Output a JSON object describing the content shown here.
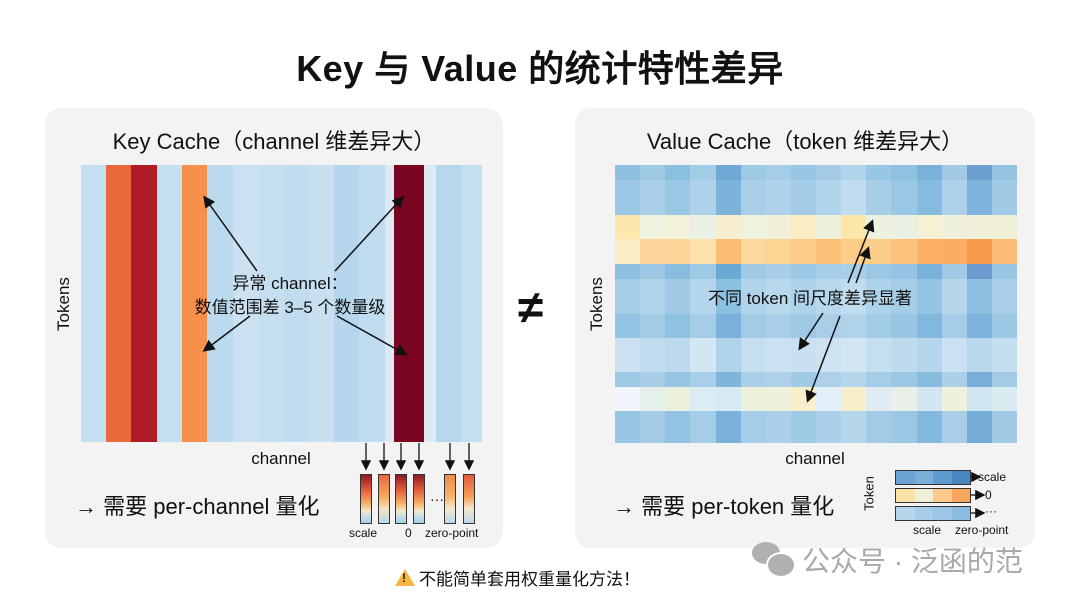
{
  "title": "Key 与 Value 的统计特性差异",
  "colors": {
    "panel_bg": "#f3f3f3",
    "outlier_orange": "#e8693a",
    "outlier_red": "#b01c26",
    "outlier_light_orange": "#f7904a",
    "outlier_dark": "#7a0520",
    "blue_light": "#c5def0",
    "blue_mid": "#8fc0e0",
    "warning_yellow": "#f4b63f"
  },
  "key_panel": {
    "title": "Key Cache（channel 维差异大）",
    "y_label": "Tokens",
    "x_label": "channel",
    "annotation_line1": "异常 channel：",
    "annotation_line2": "数值范围差 3–5 个数量级",
    "need_label": "→ 需要 per-channel 量化",
    "quant_labels": {
      "scale": "scale",
      "zero": "0",
      "zero_point": "zero-point",
      "ellipsis": "···"
    },
    "columns": [
      {
        "width": 25,
        "color": "#c4dff0"
      },
      {
        "width": 25,
        "color": "#e8693a"
      },
      {
        "width": 26,
        "color": "#b01c26"
      },
      {
        "width": 25,
        "color": "#c4dff0"
      },
      {
        "width": 25,
        "color": "#f7904a"
      },
      {
        "width": 26,
        "color": "#bcdaee"
      },
      {
        "width": 25,
        "color": "#cbe1f1"
      },
      {
        "width": 26,
        "color": "#c6dff0"
      },
      {
        "width": 25,
        "color": "#c2dcef"
      },
      {
        "width": 25,
        "color": "#c9e0f1"
      },
      {
        "width": 25,
        "color": "#b5d6ec"
      },
      {
        "width": 26,
        "color": "#c0dcef"
      },
      {
        "width": 9,
        "color": "#dbe9f4"
      },
      {
        "width": 30,
        "color": "#7a0520"
      },
      {
        "width": 12,
        "color": "#dde9f3"
      },
      {
        "width": 25,
        "color": "#b6d7ec"
      },
      {
        "width": 21,
        "color": "#c4dff0"
      }
    ]
  },
  "value_panel": {
    "title": "Value Cache（token 维差异大）",
    "y_label": "Tokens",
    "x_label": "channel",
    "annotation": "不同 token 间尺度差异显著",
    "need_label": "→ 需要 per-token 量化",
    "legend_y_label": "Token",
    "legend_rows": [
      {
        "label": "scale",
        "colors": [
          "#6aa3d4",
          "#7aaed9",
          "#5f9bce",
          "#4a86c0"
        ]
      },
      {
        "label": "0",
        "colors": [
          "#fbe3a7",
          "#eef0dc",
          "#fcc98a",
          "#f8a65b"
        ]
      },
      {
        "label": "···",
        "colors": [
          "#b6d6ec",
          "#a8cde8",
          "#9cc6e5",
          "#8bbde0"
        ]
      }
    ],
    "legend_bottom": {
      "scale": "scale",
      "zero_point": "zero-point"
    },
    "rows": [
      {
        "height": 15,
        "colors": [
          "#8ec0e0",
          "#9fcae6",
          "#8bbfe0",
          "#a2cbe6",
          "#6ea9d5",
          "#9fcae6",
          "#a5cde7",
          "#98c6e4",
          "#a3cbe6",
          "#b2d4ea",
          "#98c6e4",
          "#8fc1e1",
          "#79b1da",
          "#a2cae6",
          "#6c9fd0",
          "#95c4e3"
        ]
      },
      {
        "height": 35,
        "colors": [
          "#9dc8e5",
          "#a9cfe8",
          "#9ac7e4",
          "#aed1e9",
          "#7bb3da",
          "#a9cfe8",
          "#afd2ea",
          "#a4cbe6",
          "#b3d5eb",
          "#c2dcef",
          "#a7cde7",
          "#9ac7e4",
          "#86bade",
          "#aed1e9",
          "#7eb4db",
          "#a0cae6"
        ]
      },
      {
        "height": 24,
        "colors": [
          "#fde7ad",
          "#eff2de",
          "#f3f2d8",
          "#eaf1e4",
          "#f7efcf",
          "#eff2de",
          "#f2f0d6",
          "#faecc3",
          "#eef1dc",
          "#fde6a9",
          "#edf2e0",
          "#eaf0e2",
          "#f4f1d4",
          "#eff1dc",
          "#f0f0d8",
          "#f0f0d6"
        ]
      },
      {
        "height": 25,
        "colors": [
          "#fbeec7",
          "#fcd59a",
          "#fbd598",
          "#fde3ab",
          "#fbbb72",
          "#fcd89e",
          "#fcd493",
          "#fccb88",
          "#fbbf78",
          "#fccc89",
          "#fcce8c",
          "#fbc27c",
          "#fbae65",
          "#fbae62",
          "#f89b4c",
          "#fbbd75"
        ]
      },
      {
        "height": 15,
        "colors": [
          "#8ec0e0",
          "#9bc7e4",
          "#88bde0",
          "#9fcae6",
          "#6ca8d4",
          "#a1cae6",
          "#a7cde7",
          "#9bc7e4",
          "#a5cde7",
          "#a8cee8",
          "#9bc7e4",
          "#94c3e3",
          "#7ab1da",
          "#a1cae6",
          "#6c9ccf",
          "#98c6e4"
        ]
      },
      {
        "height": 35,
        "colors": [
          "#a5cde7",
          "#b0d3ea",
          "#a2cae6",
          "#b4d5eb",
          "#8ac0e0",
          "#b0d3ea",
          "#b8d8ec",
          "#aed2e9",
          "#b7d7ec",
          "#c2dcef",
          "#aed2e9",
          "#a6cde7",
          "#93c4e3",
          "#b5d6eb",
          "#8dbfe0",
          "#a8cee8"
        ]
      },
      {
        "height": 24,
        "colors": [
          "#93c3e2",
          "#a2cbe6",
          "#8fc1e1",
          "#a6cde7",
          "#79b1da",
          "#a2cbe6",
          "#a9cfe8",
          "#9ec9e5",
          "#a9cfe8",
          "#b0d3ea",
          "#a2cbe6",
          "#98c6e4",
          "#82b8dd",
          "#a6cde7",
          "#7eb3db",
          "#9dc8e5"
        ]
      },
      {
        "height": 34,
        "colors": [
          "#cbe1f1",
          "#c1dcef",
          "#bcd9ee",
          "#d3e6f3",
          "#b0d3ea",
          "#c6dff0",
          "#cbe1f1",
          "#c8e0f1",
          "#cde2f2",
          "#d1e5f3",
          "#c6dff0",
          "#bedbee",
          "#b4d5eb",
          "#cae1f1",
          "#b9d8ec",
          "#c4def0"
        ]
      },
      {
        "height": 15,
        "colors": [
          "#9ec9e5",
          "#a7cde7",
          "#97c5e4",
          "#a9cfe8",
          "#7fb5db",
          "#a9cfe8",
          "#aed1e9",
          "#a1cae6",
          "#aed1e9",
          "#b5d6eb",
          "#a5cde7",
          "#9cc7e5",
          "#88bcdf",
          "#add0e9",
          "#7aaed8",
          "#a3cbe6"
        ]
      },
      {
        "height": 24,
        "colors": [
          "#f1f5fb",
          "#e5f0ea",
          "#eaf0dc",
          "#dbecf3",
          "#d7e9f2",
          "#eef1dc",
          "#eef1dc",
          "#f8f0cd",
          "#e3eff8",
          "#f7efcb",
          "#dfecf4",
          "#e9f0e8",
          "#d3e6f1",
          "#eef1dc",
          "#cfe5f1",
          "#dbebf2"
        ]
      },
      {
        "height": 32,
        "colors": [
          "#97c5e4",
          "#a3cbe6",
          "#93c3e2",
          "#a6cde7",
          "#79b1da",
          "#a6cde7",
          "#acd0e9",
          "#9fcae6",
          "#acd0e9",
          "#b5d6eb",
          "#a3cbe6",
          "#9ac7e4",
          "#84b9de",
          "#a9cfe8",
          "#76acd8",
          "#a0cae6"
        ]
      }
    ]
  },
  "neq_symbol": "≠",
  "warning": "不能简单套用权重量化方法！",
  "watermark": "公众号 · 泛函的范"
}
